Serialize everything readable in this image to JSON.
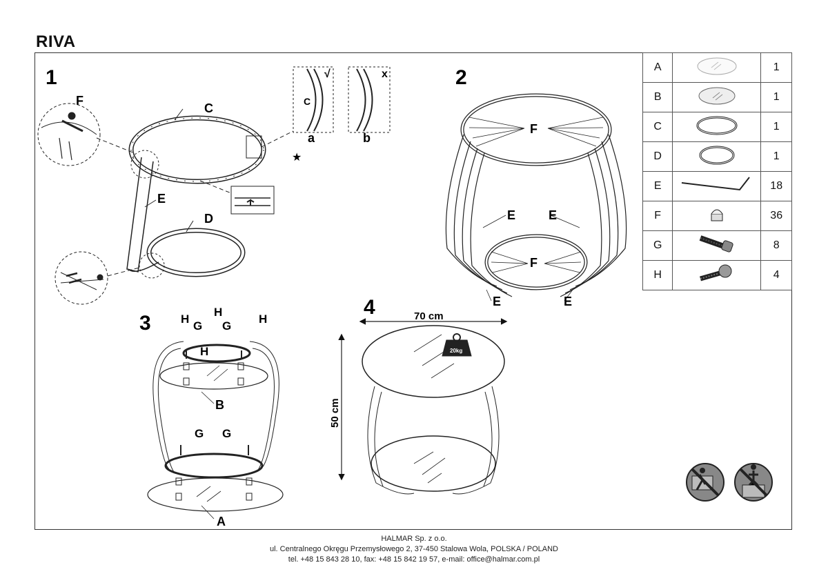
{
  "title": "RIVA",
  "steps": [
    "1",
    "2",
    "3",
    "4"
  ],
  "labels": {
    "step1": {
      "f": "F",
      "c": "C",
      "e": "E",
      "d": "D",
      "a": "a",
      "b": "b",
      "check": "√",
      "cross": "x",
      "c_small": "C"
    },
    "step2": {
      "f1": "F",
      "f2": "F",
      "e1": "E",
      "e2": "E",
      "e3": "E",
      "e4": "E"
    },
    "step3": {
      "h1": "H",
      "h2": "H",
      "h3": "H",
      "h4": "H",
      "g1": "G",
      "g2": "G",
      "g3": "G",
      "g4": "G",
      "b": "B",
      "a": "A"
    },
    "step4": {
      "width": "70 cm",
      "height": "50 cm",
      "weight": "20kg"
    }
  },
  "parts": [
    {
      "letter": "A",
      "icon": "large-glass-disc-icon",
      "qty": "1"
    },
    {
      "letter": "B",
      "icon": "small-glass-disc-icon",
      "qty": "1"
    },
    {
      "letter": "C",
      "icon": "large-ring-icon",
      "qty": "1"
    },
    {
      "letter": "D",
      "icon": "small-ring-icon",
      "qty": "1"
    },
    {
      "letter": "E",
      "icon": "wire-rod-icon",
      "qty": "18"
    },
    {
      "letter": "F",
      "icon": "cap-nut-icon",
      "qty": "36"
    },
    {
      "letter": "G",
      "icon": "bolt-icon",
      "qty": "8"
    },
    {
      "letter": "H",
      "icon": "screw-icon",
      "qty": "4"
    }
  ],
  "footer": {
    "company": "HALMAR Sp. z o.o.",
    "address": "ul. Centralnego Okręgu Przemysłowego 2, 37-450 Stalowa Wola, POLSKA / POLAND",
    "contact": "tel. +48 15 843 28 10, fax: +48 15 842 19 57, e-mail: office@halmar.com.pl"
  },
  "warnings": [
    "no-climbing-icon",
    "no-standing-icon"
  ]
}
